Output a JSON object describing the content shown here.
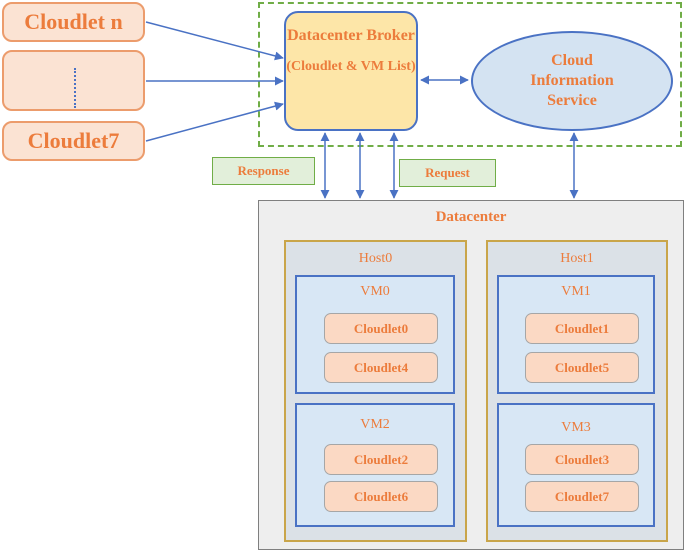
{
  "sources": {
    "cloudlet_n": "Cloudlet n",
    "cloudlet_7": "Cloudlet7"
  },
  "broker": {
    "title": "Datacenter Broker",
    "subtitle": "(Cloudlet & VM List)"
  },
  "cis": {
    "label": "Cloud Information Service"
  },
  "response": "Response",
  "request": "Request",
  "datacenter": {
    "title": "Datacenter",
    "hosts": [
      {
        "name": "Host0",
        "vms": [
          {
            "name": "VM0",
            "cloudlets": [
              "Cloudlet0",
              "Cloudlet4"
            ]
          },
          {
            "name": "VM2",
            "cloudlets": [
              "Cloudlet2",
              "Cloudlet6"
            ]
          }
        ]
      },
      {
        "name": "Host1",
        "vms": [
          {
            "name": "VM1",
            "cloudlets": [
              "Cloudlet1",
              "Cloudlet5"
            ]
          },
          {
            "name": "VM3",
            "cloudlets": [
              "Cloudlet3",
              "Cloudlet7"
            ]
          }
        ]
      }
    ]
  },
  "colors": {
    "accent_text": "#ec7c3c",
    "arrow": "#4a72c4",
    "zone": "#70ad47"
  }
}
